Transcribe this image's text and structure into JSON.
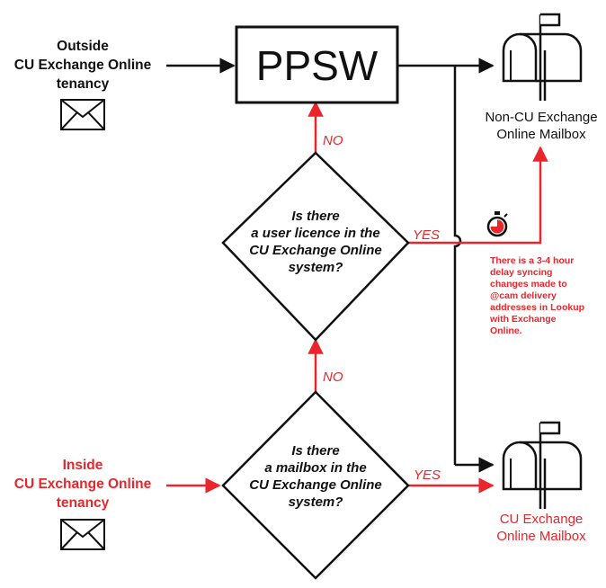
{
  "colors": {
    "black": "#111111",
    "red": "#e8262c"
  },
  "sources": {
    "outside": [
      "Outside",
      "CU Exchange Online",
      "tenancy"
    ],
    "inside": [
      "Inside",
      "CU Exchange Online",
      "tenancy"
    ]
  },
  "ppsw": {
    "label": "PPSW"
  },
  "decisions": {
    "licence": [
      "Is there",
      "a user licence in the",
      "CU Exchange Online",
      "system?"
    ],
    "mailbox": [
      "Is there",
      "a mailbox in the",
      "CU Exchange Online",
      "system?"
    ]
  },
  "edge_labels": {
    "licence_no": "NO",
    "licence_yes": "YES",
    "mailbox_no": "NO",
    "mailbox_yes": "YES"
  },
  "destinations": {
    "non_cu": [
      "Non-CU Exchange",
      "Online Mailbox"
    ],
    "cu": [
      "CU Exchange",
      "Online Mailbox"
    ]
  },
  "note": {
    "lines": [
      "There is a 3-4 hour",
      "delay syncing",
      "changes made to",
      "@cam delivery",
      "addresses in Lookup",
      "with Exchange",
      "Online."
    ]
  },
  "icons": {
    "envelope": "envelope-icon",
    "mailbox": "mailbox-icon",
    "stopwatch": "stopwatch-icon"
  }
}
